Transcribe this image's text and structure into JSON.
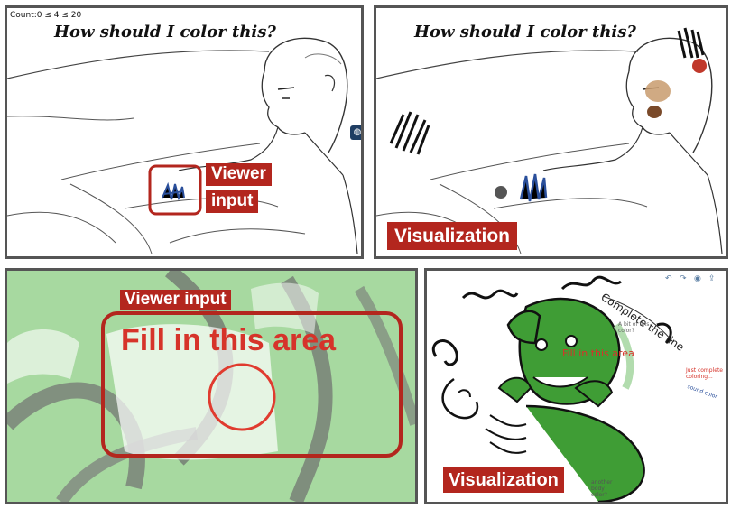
{
  "panels": {
    "top_left": {
      "count_text": "Count:0 ≤ 4 ≤ 20",
      "question": "How should I color this?",
      "tag_line1": "Viewer",
      "tag_line2": "input",
      "side_icon": "palette-icon"
    },
    "top_right": {
      "question": "How should I color this?",
      "tag": "Visualization"
    },
    "bottom_left": {
      "tag": "Viewer input",
      "fill_text": "Fill in this area"
    },
    "bottom_right": {
      "complete_line": "Complete the line",
      "fill_text": "Fill in this area",
      "note_small_1_a": "A bit of this",
      "note_small_1_b": "color?",
      "note_small_2_a": "Just complete",
      "note_small_2_b": "coloring...",
      "note_blue": "sound color",
      "note_bottom_a": "another",
      "note_bottom_b": "body",
      "note_bottom_c": "color?",
      "tag": "Visualization",
      "toolbar_icons": [
        "undo-icon",
        "redo-icon",
        "eye-icon",
        "share-icon"
      ]
    }
  },
  "colors": {
    "tag_red": "#b3261e",
    "panel_border": "#555555",
    "green_fill": "#a7d9a0",
    "dragon_green": "#3f9d35",
    "ink_blue": "#2a4f9b"
  }
}
